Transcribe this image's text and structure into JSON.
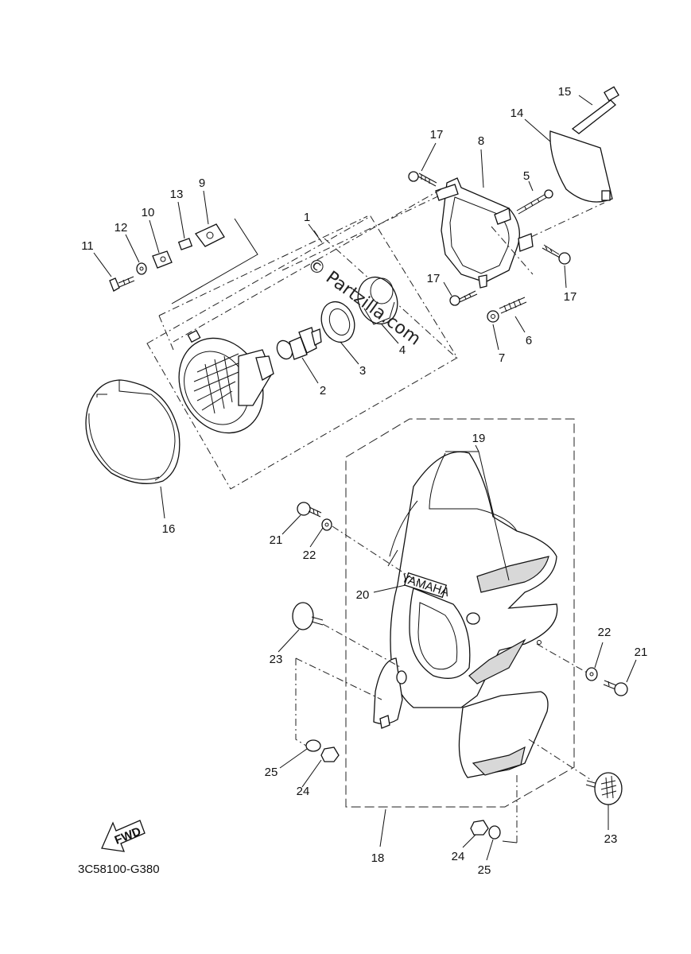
{
  "callouts": [
    {
      "id": "c1",
      "text": "1"
    },
    {
      "id": "c2",
      "text": "2"
    },
    {
      "id": "c3",
      "text": "3"
    },
    {
      "id": "c4",
      "text": "4"
    },
    {
      "id": "c5",
      "text": "5"
    },
    {
      "id": "c6",
      "text": "6"
    },
    {
      "id": "c7",
      "text": "7"
    },
    {
      "id": "c8",
      "text": "8"
    },
    {
      "id": "c9",
      "text": "9"
    },
    {
      "id": "c10",
      "text": "10"
    },
    {
      "id": "c11",
      "text": "11"
    },
    {
      "id": "c12",
      "text": "12"
    },
    {
      "id": "c13",
      "text": "13"
    },
    {
      "id": "c14",
      "text": "14"
    },
    {
      "id": "c15",
      "text": "15"
    },
    {
      "id": "c16",
      "text": "16"
    },
    {
      "id": "c17a",
      "text": "17"
    },
    {
      "id": "c17b",
      "text": "17"
    },
    {
      "id": "c17c",
      "text": "17"
    },
    {
      "id": "c18",
      "text": "18"
    },
    {
      "id": "c19",
      "text": "19"
    },
    {
      "id": "c20",
      "text": "20"
    },
    {
      "id": "c21a",
      "text": "21"
    },
    {
      "id": "c21b",
      "text": "21"
    },
    {
      "id": "c22a",
      "text": "22"
    },
    {
      "id": "c22b",
      "text": "22"
    },
    {
      "id": "c23a",
      "text": "23"
    },
    {
      "id": "c23b",
      "text": "23"
    },
    {
      "id": "c24a",
      "text": "24"
    },
    {
      "id": "c24b",
      "text": "24"
    },
    {
      "id": "c25a",
      "text": "25"
    },
    {
      "id": "c25b",
      "text": "25"
    }
  ],
  "labels": {
    "brand_decal": "YAMAHA",
    "fwd_arrow": "FWD",
    "diagram_code": "3C58100-G380",
    "watermark": "© Partzilla.com"
  }
}
